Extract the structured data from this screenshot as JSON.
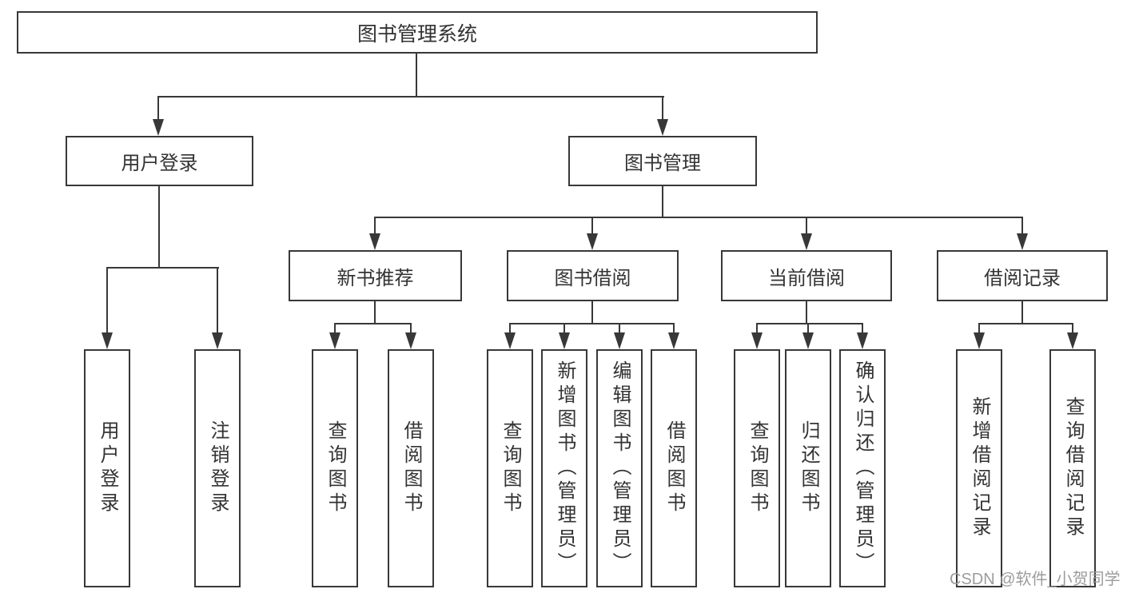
{
  "colors": {
    "line": "#383838",
    "text": "#333333",
    "watermark": "#9c9c9c",
    "bg": "#ffffff"
  },
  "watermark": "CSDN @软件_小贺同学",
  "tree": {
    "label": "图书管理系统",
    "children": [
      {
        "label": "用户登录",
        "children": [
          {
            "label": "用户登录"
          },
          {
            "label": "注销登录"
          }
        ]
      },
      {
        "label": "图书管理",
        "children": [
          {
            "label": "新书推荐",
            "children": [
              {
                "label": "查询图书"
              },
              {
                "label": "借阅图书"
              }
            ]
          },
          {
            "label": "图书借阅",
            "children": [
              {
                "label": "查询图书"
              },
              {
                "label": "新增图书（管理员）"
              },
              {
                "label": "编辑图书（管理员）"
              },
              {
                "label": "借阅图书"
              }
            ]
          },
          {
            "label": "当前借阅",
            "children": [
              {
                "label": "查询图书"
              },
              {
                "label": "归还图书"
              },
              {
                "label": "确认归还（管理员）"
              }
            ]
          },
          {
            "label": "借阅记录",
            "children": [
              {
                "label": "新增借阅记录"
              },
              {
                "label": "查询借阅记录"
              }
            ]
          }
        ]
      }
    ]
  }
}
